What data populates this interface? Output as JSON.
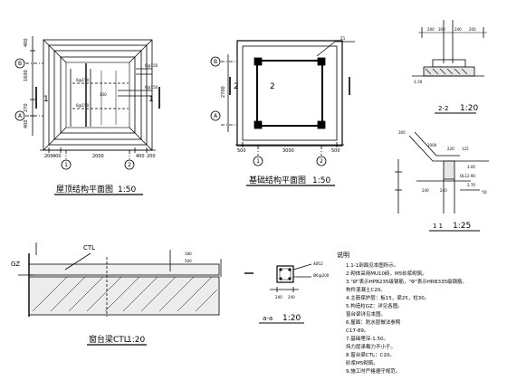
{
  "drawings": {
    "roof_plan": {
      "title": "屋顶结构平面图",
      "scale": "1:50",
      "axis_rows": [
        "B",
        "A"
      ],
      "axis_cols": [
        "1",
        "2"
      ],
      "dims_bottom": [
        "200",
        "400",
        "2000",
        "400",
        "200"
      ],
      "dims_left": [
        "400",
        "1600",
        "270",
        "400"
      ],
      "section_marks": [
        "1",
        "1"
      ],
      "rebar_labels": [
        "6@150",
        "6@150",
        "6@150",
        "6@150"
      ],
      "center_label": "100"
    },
    "foundation_plan": {
      "title": "基础结构平面图",
      "scale": "1:50",
      "axis_rows": [
        "B",
        "A"
      ],
      "axis_cols": [
        "1",
        "2"
      ],
      "dims_bottom": [
        "500",
        "3000",
        "500"
      ],
      "dims_left": [
        "2700"
      ],
      "section_marks": [
        "2",
        "2"
      ],
      "leader_label": "Z1"
    },
    "section_22": {
      "label": "2-2",
      "scale": "1:20",
      "dims": [
        "200",
        "300",
        "240",
        "200",
        "-1.50"
      ]
    },
    "section_11": {
      "label": "1 1",
      "scale": "1:25",
      "dims": [
        "300",
        "1000",
        "220",
        "125",
        "3.00",
        "2.90",
        "2.70",
        "240",
        "240"
      ],
      "beam_labels": [
        "QL1",
        "YD"
      ]
    },
    "window_beam": {
      "title": "窗台梁CTL",
      "scale": "1:20",
      "labels": [
        "CTL",
        "GZ"
      ],
      "dims": [
        "180",
        "500"
      ]
    },
    "section_aa": {
      "label": "a-a",
      "scale": "1:20",
      "dims": [
        "240",
        "240"
      ],
      "rebar": [
        "4Ø12",
        "Ø6@200"
      ]
    }
  },
  "notes": {
    "heading": "说明",
    "items": [
      "1.1-1剖面见本图所示。",
      "2.砌体采用MU10砖，M5砂浆砌筑。",
      "3.\"Ø\"表示HPB235级钢筋，\"Φ\"表示HRB335级钢筋。",
      "   构件混凝土C20。",
      "4.主筋保护层：板15，梁25，柱30。",
      "5.构造柱GZ：详见各图。",
      "   窗台梁详见本图。",
      "6.屋面：防水层做法参照",
      "   C17-89。",
      "7.基础埋深-1.50。",
      "   持力层承载力不小于。",
      "8.窗台梁CTL：C20。",
      "   砂浆M5砌筑。",
      "9.施工时严格遵守规范。"
    ]
  }
}
